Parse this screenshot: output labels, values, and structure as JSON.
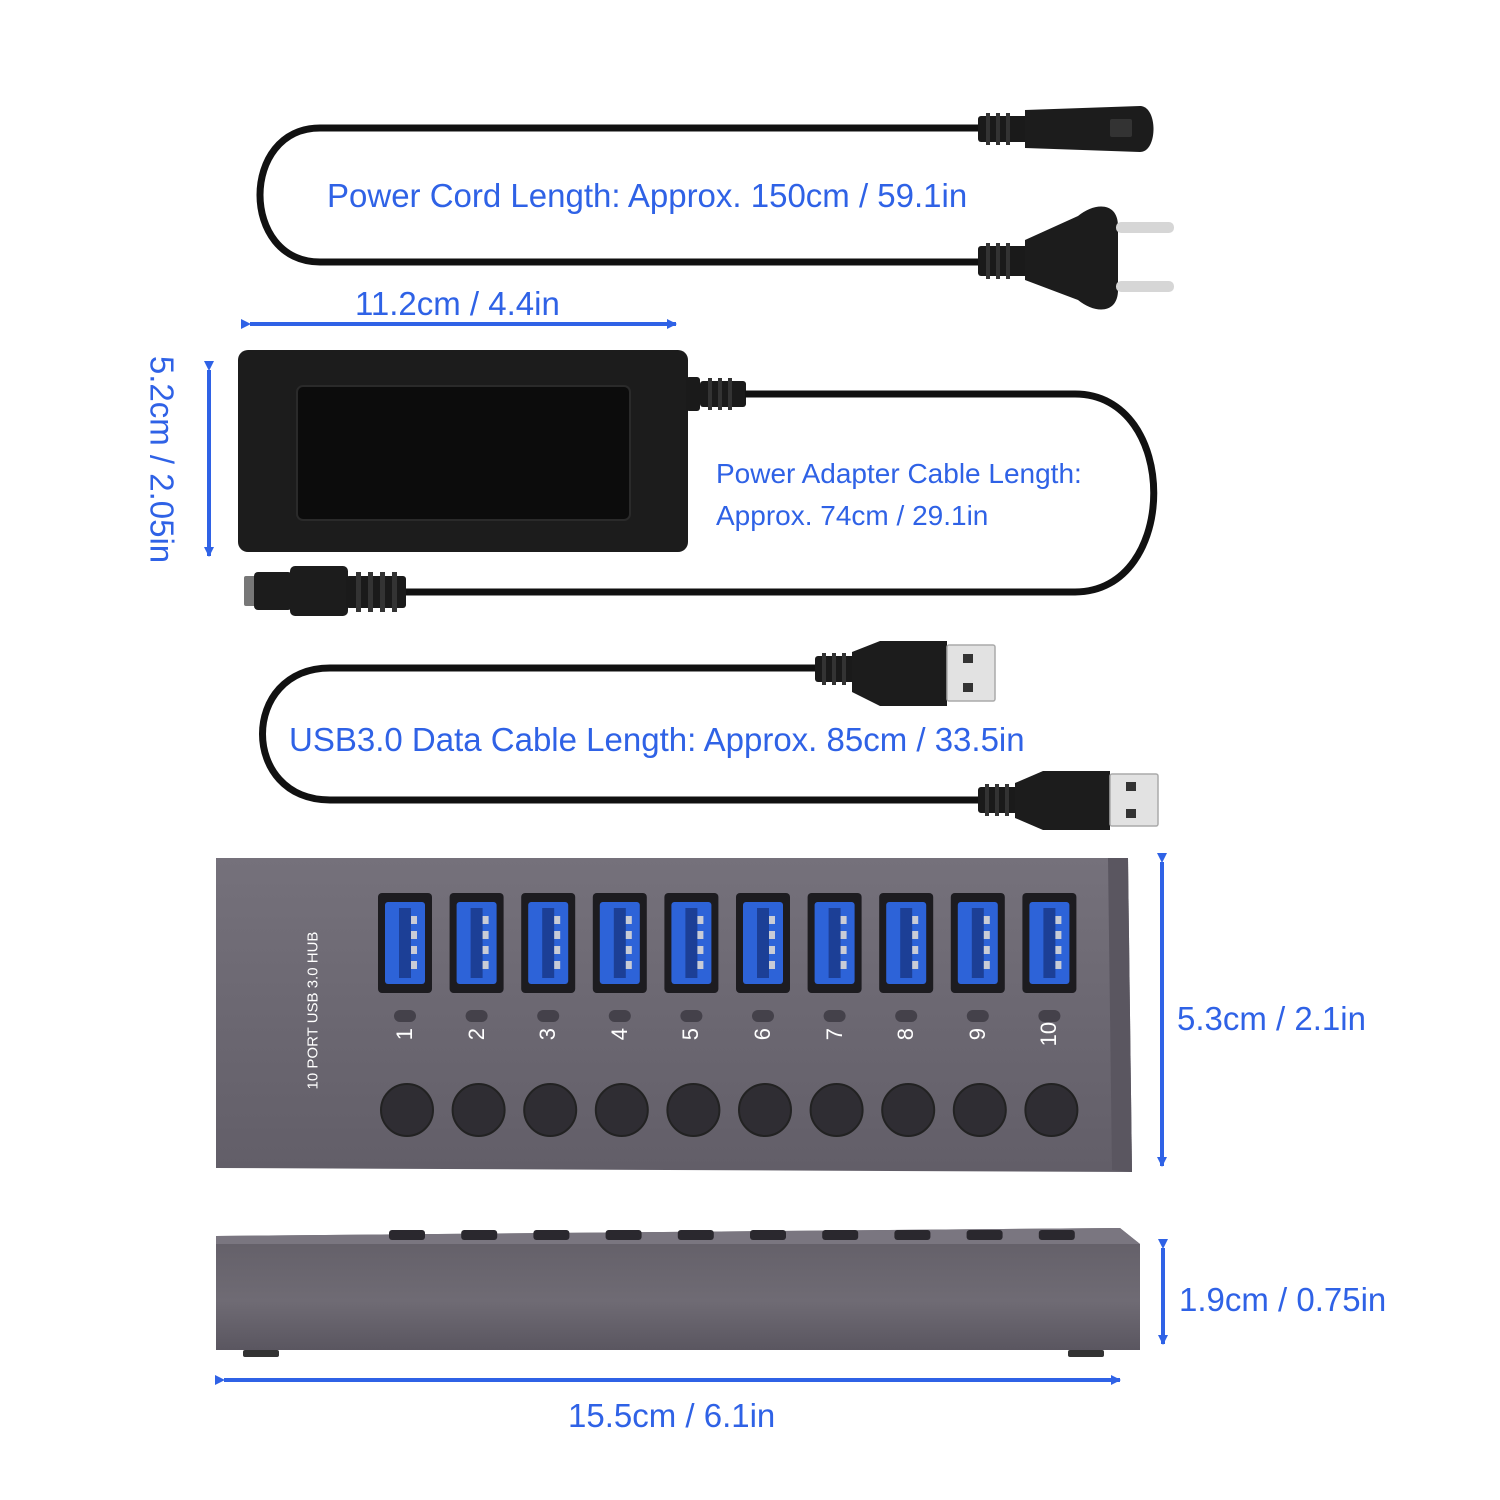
{
  "colors": {
    "accent": "#2f62e6",
    "hub_body": "#6a6670",
    "hub_dark": "#545058",
    "button": "#2f2d33",
    "usb_blue": "#2d63d8",
    "cable": "#111111"
  },
  "labels": {
    "power_cord": "Power Cord Length: Approx. 150cm / 59.1in",
    "adapter_width": "11.2cm / 4.4in",
    "adapter_height": "5.2cm / 2.05in",
    "adapter_cable_line1": "Power Adapter Cable Length:",
    "adapter_cable_line2": "Approx. 74cm / 29.1in",
    "data_cable": "USB3.0 Data Cable Length: Approx. 85cm / 33.5in",
    "hub_height": "5.3cm / 2.1in",
    "hub_thickness": "1.9cm / 0.75in",
    "hub_width": "15.5cm / 6.1in"
  },
  "hub": {
    "model_text": "10 PORT USB 3.0 HUB",
    "port_numbers": [
      "1",
      "2",
      "3",
      "4",
      "5",
      "6",
      "7",
      "8",
      "9",
      "10"
    ]
  }
}
